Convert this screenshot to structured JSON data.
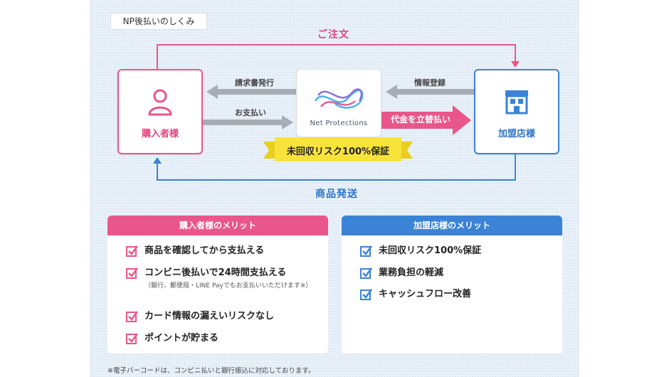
{
  "title_tab": "NP後払いのしくみ",
  "flow": {
    "order_label": "ご注文",
    "shipping_label": "商品発送",
    "invoice_label": "請求書発行",
    "payment_label": "お支払い",
    "info_registration_label": "情報登録",
    "advance_payment_label": "代金を立替払い",
    "guarantee_label": "未回収リスク100%保証"
  },
  "buyer": {
    "label": "購入者様"
  },
  "np": {
    "logo_text": "Net Protections"
  },
  "store": {
    "label": "加盟店様"
  },
  "buyer_merits": {
    "title": "購入者様のメリット",
    "items": [
      "商品を確認してから支払える",
      "コンビニ後払いで24時間支払える",
      "カード情報の漏えいリスクなし",
      "ポイントが貯まる"
    ],
    "note": "（銀行、郵便局・LINE Payでもお支払いいただけます※）"
  },
  "store_merits": {
    "title": "加盟店様のメリット",
    "items": [
      "未回収リスク100%保証",
      "業務負担の軽減",
      "キャッシュフロー改善"
    ]
  },
  "footnote": "※電子バーコードは、コンビニ払いと銀行振込に対応しております。",
  "colors": {
    "pink": "#e9568a",
    "blue": "#3b83d6",
    "gray_arrow": "#a7adb5",
    "ribbon_yellow": "#f7e33a"
  }
}
